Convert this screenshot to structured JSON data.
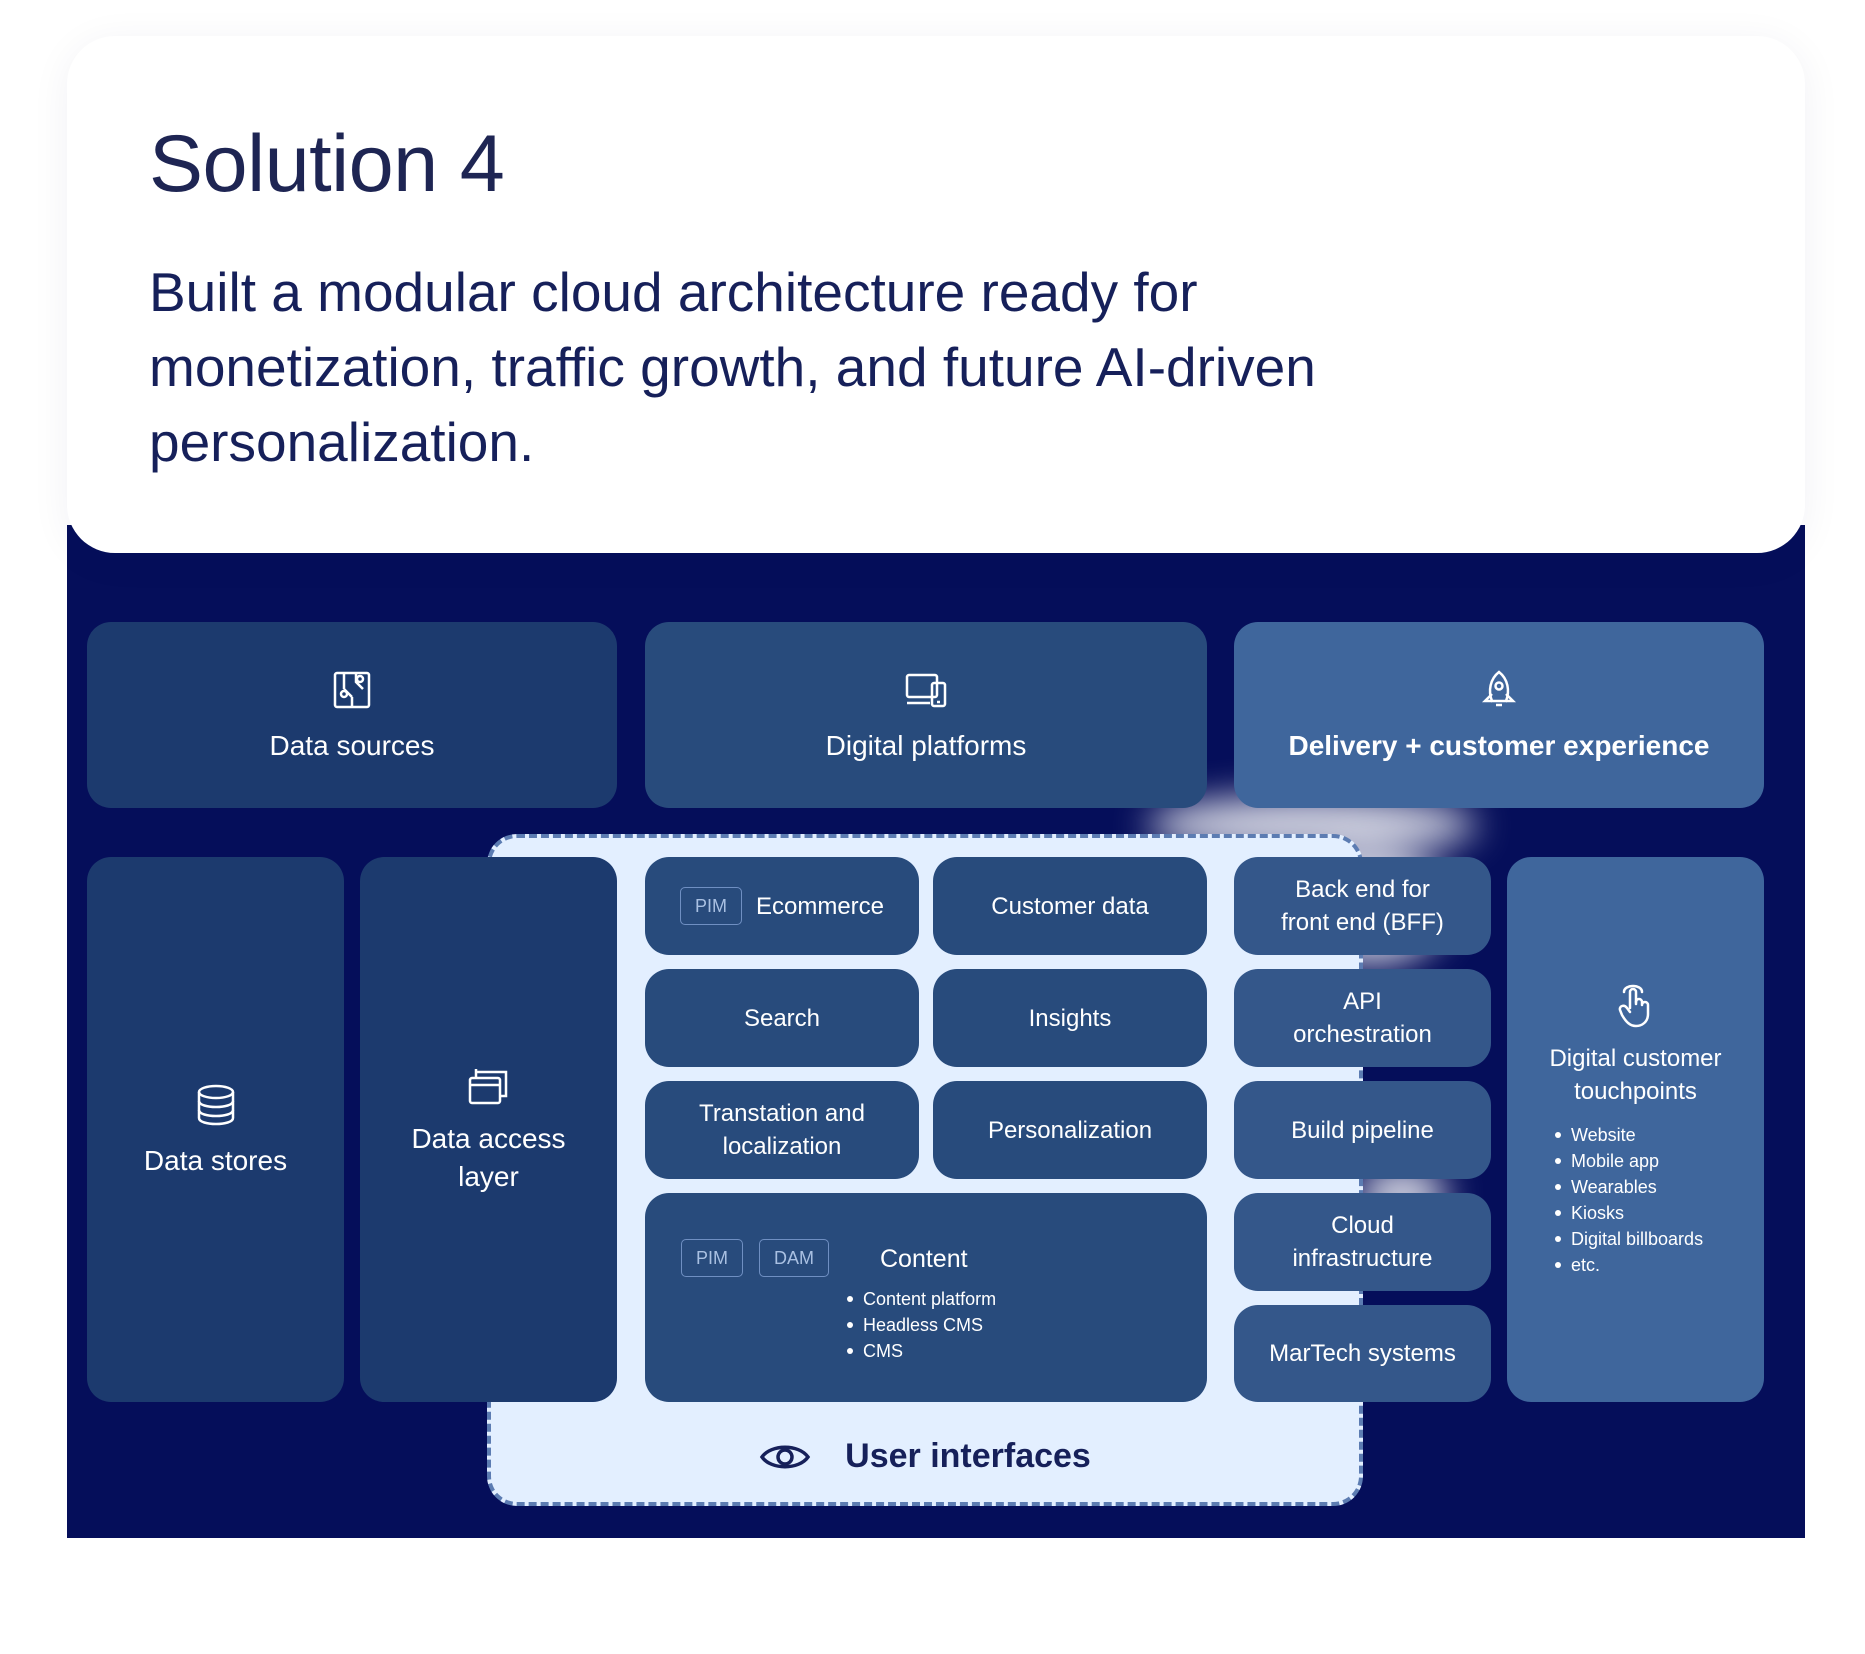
{
  "header": {
    "title": "Solution 4",
    "subtitle": "Built a modular cloud architecture ready for monetization, traffic growth, and future AI-driven personalization."
  },
  "colors": {
    "background_dark": "#050e5a",
    "panel_light": "#e3efff",
    "dashed_border": "#5c7cb2",
    "heading_text": "#1e2553",
    "box_dark": "#1c3a6e",
    "box_mid": "#284b7c",
    "box_light": "#3f669c"
  },
  "diagram": {
    "top_row": [
      {
        "label": "Data sources",
        "icon": "data-sources-icon"
      },
      {
        "label": "Digital platforms",
        "icon": "devices-icon"
      },
      {
        "label": "Delivery + customer experience",
        "icon": "rocket-icon"
      }
    ],
    "data_stores": {
      "label": "Data stores",
      "icon": "database-icon"
    },
    "data_access": {
      "label": "Data access layer",
      "icon": "layers-icon"
    },
    "modules": {
      "ecommerce": {
        "label": "Ecommerce",
        "tag": "PIM"
      },
      "customer_data": "Customer data",
      "search": "Search",
      "insights": "Insights",
      "translation": "Transtation and localization",
      "personalization": "Personalization",
      "content": {
        "label": "Content",
        "tags": [
          "PIM",
          "DAM"
        ],
        "items": [
          "Content platform",
          "Headless CMS",
          "CMS"
        ]
      }
    },
    "services": [
      "Back end for front end (BFF)",
      "API orchestration",
      "Build pipeline",
      "Cloud infrastructure",
      "MarTech systems"
    ],
    "touchpoints": {
      "label": "Digital customer touchpoints",
      "icon": "pointer-hand-icon",
      "items": [
        "Website",
        "Mobile app",
        "Wearables",
        "Kiosks",
        "Digital billboards",
        "etc."
      ]
    },
    "user_interfaces": {
      "label": "User interfaces",
      "icon": "eye-icon"
    }
  }
}
